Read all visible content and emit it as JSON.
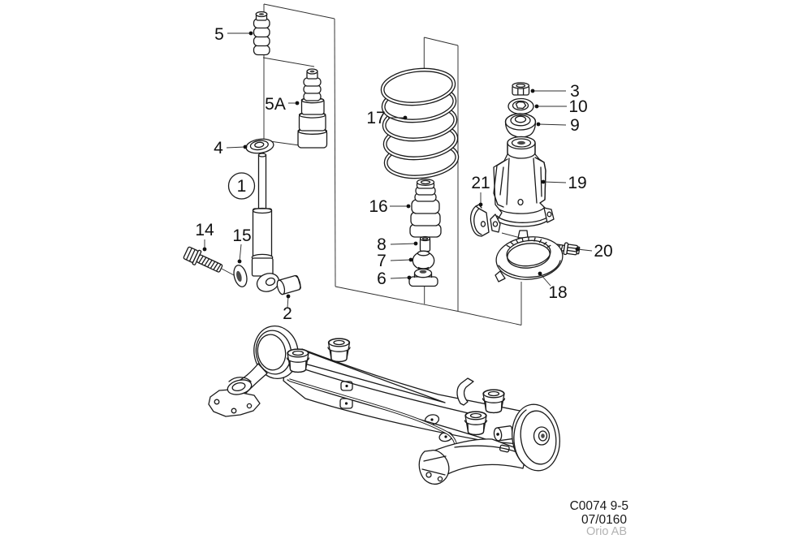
{
  "diagram": {
    "type": "exploded-parts-drawing",
    "subject": "rear axle and shock absorber assembly",
    "colors": {
      "line": "#1a1a1a",
      "background": "#ffffff",
      "muted_text": "#b3b3b3"
    },
    "callouts": [
      {
        "label": "5"
      },
      {
        "label": "5A"
      },
      {
        "label": "4"
      },
      {
        "label": "1",
        "circled": true
      },
      {
        "label": "14"
      },
      {
        "label": "15"
      },
      {
        "label": "2"
      },
      {
        "label": "17"
      },
      {
        "label": "16"
      },
      {
        "label": "8"
      },
      {
        "label": "7"
      },
      {
        "label": "6"
      },
      {
        "label": "3"
      },
      {
        "label": "10"
      },
      {
        "label": "9"
      },
      {
        "label": "19"
      },
      {
        "label": "21"
      },
      {
        "label": "20"
      },
      {
        "label": "18"
      }
    ]
  },
  "footer": {
    "drawing_code": "C0074 9-5",
    "revision": "07/0160",
    "brand": "Orio AB"
  }
}
